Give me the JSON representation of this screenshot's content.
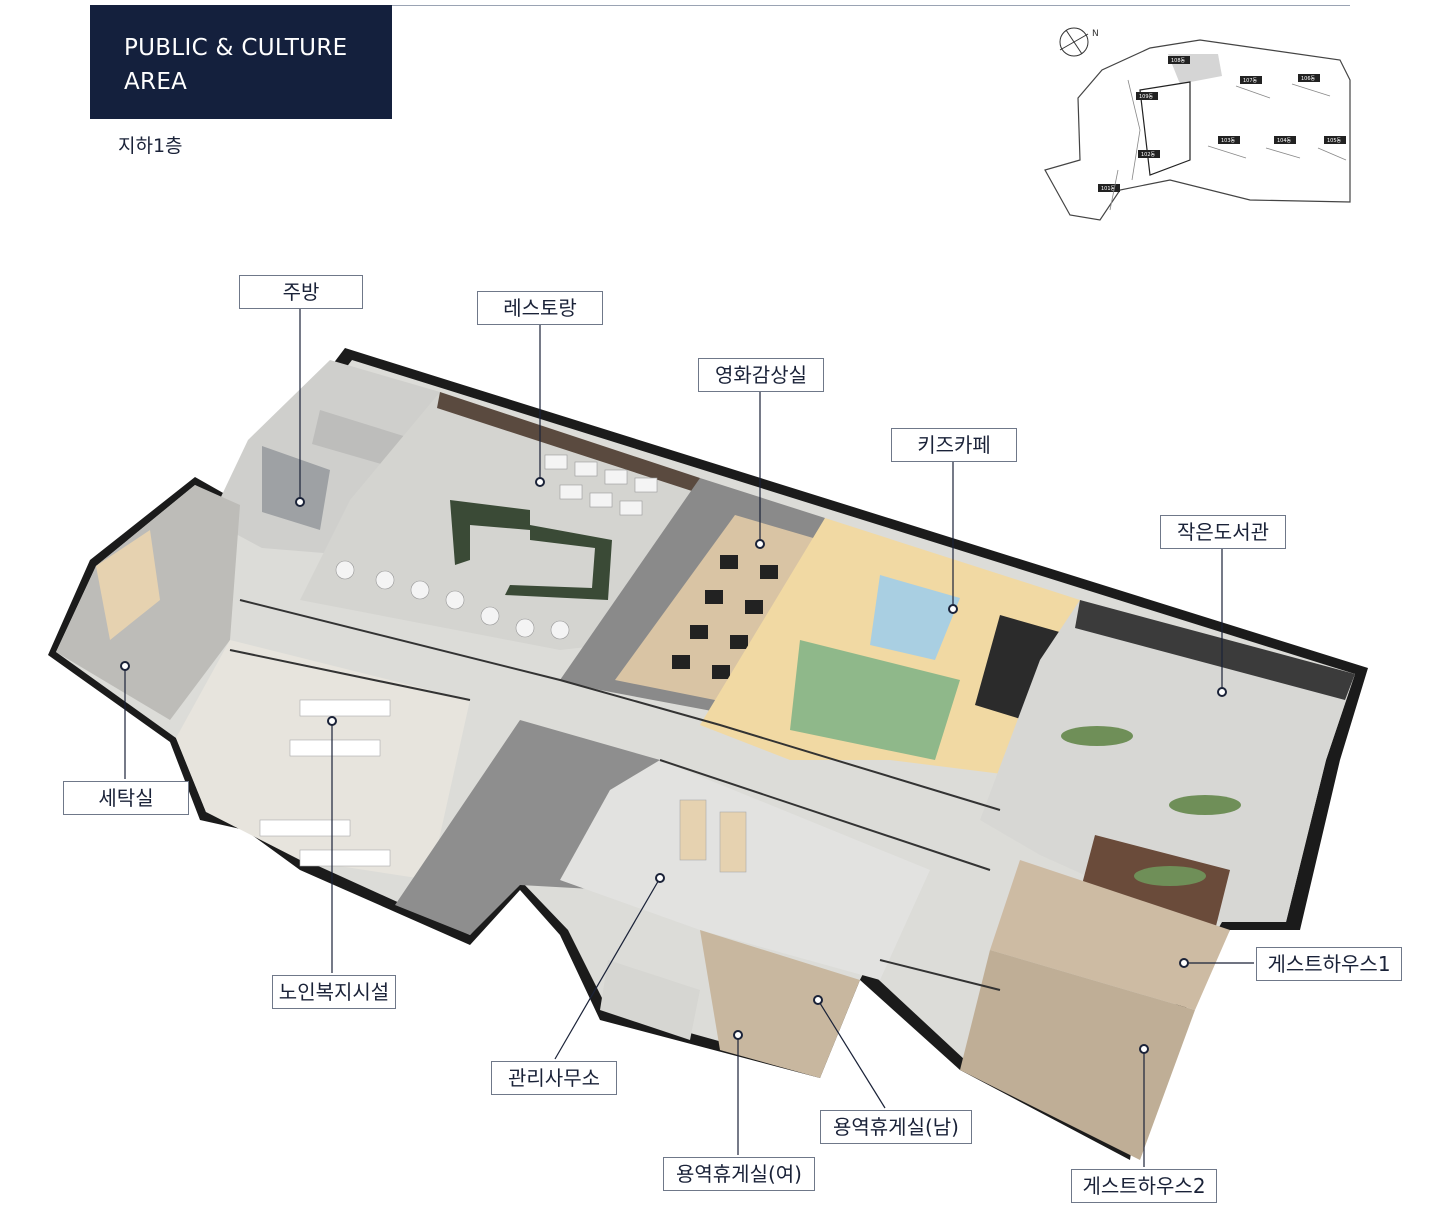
{
  "header": {
    "title_line1": "PUBLIC & CULTURE",
    "title_line2": "AREA",
    "floor": "지하1층"
  },
  "site_map": {
    "compass": "N",
    "buildings": [
      "108동",
      "107동",
      "106동",
      "109동",
      "103동",
      "104동",
      "105동",
      "102동",
      "101동"
    ]
  },
  "rooms": {
    "kitchen": "주방",
    "restaurant": "레스토랑",
    "movie_room": "영화감상실",
    "kids_cafe": "키즈카페",
    "small_library": "작은도서관",
    "laundry": "세탁실",
    "senior_welfare": "노인복지시설",
    "management_office": "관리사무소",
    "staff_lounge_female": "용역휴게실(여)",
    "staff_lounge_male": "용역휴게실(남)",
    "guesthouse1": "게스트하우스1",
    "guesthouse2": "게스트하우스2"
  },
  "colors": {
    "header_bg": "#14203d",
    "wall": "#111111",
    "floor_tile": "#d9d9d6",
    "wood_panel": "#5a4a3f",
    "kids_green": "#8fb88a",
    "kids_yellow": "#f1d9a3",
    "kids_blue": "#a9cfe2",
    "leader_line": "#1a2238"
  }
}
